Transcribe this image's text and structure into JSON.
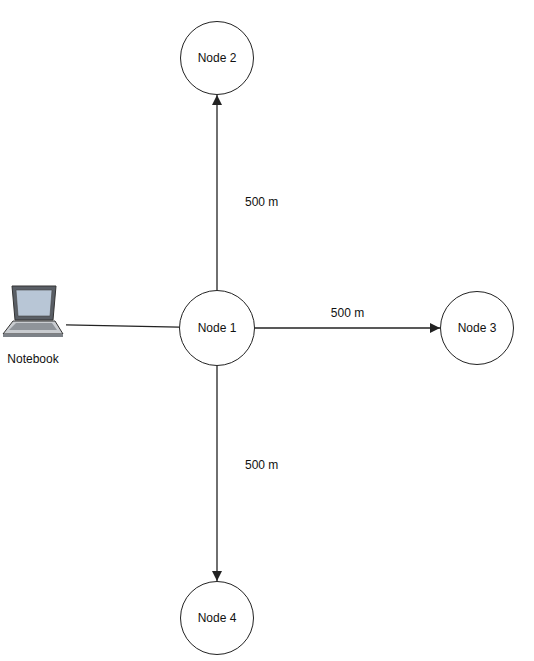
{
  "diagram": {
    "nodes": [
      {
        "text": [
          "Node 2"
        ]
      },
      {
        "text": [
          "Notebook"
        ]
      },
      {
        "text": [
          "Node 1"
        ]
      },
      {
        "text": [
          "Node 3"
        ]
      },
      {
        "text": [
          "Node 4"
        ]
      }
    ],
    "edges": [
      {
        "from": 2,
        "to": 0,
        "arrow": "to",
        "label": "500 m"
      },
      {
        "from": 2,
        "to": 3,
        "arrow": "to",
        "label": "500 m"
      },
      {
        "from": 2,
        "to": 4,
        "arrow": "to",
        "label": "500 m"
      },
      {
        "from": 1,
        "to": 2,
        "arrow": "none"
      }
    ]
  }
}
